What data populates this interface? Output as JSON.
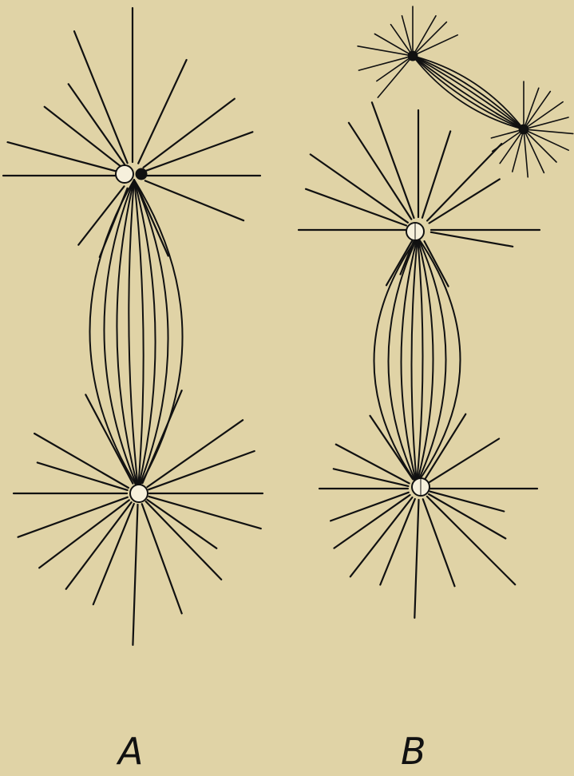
{
  "figure": {
    "background": "#e0d3a6",
    "ink": "#111111",
    "panels": [
      {
        "label": "A",
        "centrosomes": [
          {
            "id": "A-top-left",
            "fill": "open"
          },
          {
            "id": "A-top-right",
            "fill": "solid"
          },
          {
            "id": "A-bottom",
            "fill": "open"
          }
        ],
        "spindle_fibers": 8
      },
      {
        "label": "B",
        "centrosomes": [
          {
            "id": "B-top",
            "fill": "half"
          },
          {
            "id": "B-bottom",
            "fill": "half"
          },
          {
            "id": "B-small-upper",
            "fill": "solid"
          },
          {
            "id": "B-small-lower",
            "fill": "solid"
          }
        ],
        "spindle_fibers": 8,
        "secondary_spindle_fibers": 5
      }
    ]
  }
}
